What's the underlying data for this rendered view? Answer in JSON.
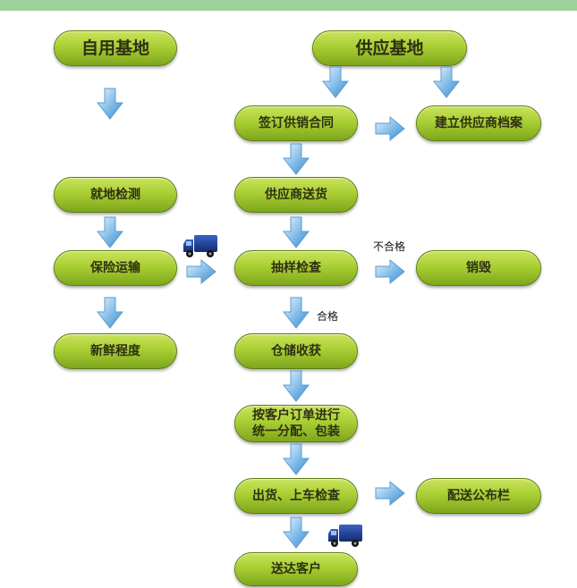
{
  "colors": {
    "topbar": "#9fd19a",
    "node_top": "#c9e35b",
    "node_bottom": "#7ea61c",
    "node_border": "#5d7f10",
    "arrow": "#6aaee0",
    "truck": "#1f3c8f"
  },
  "nodes": {
    "self_base": "自用基地",
    "supply_base": "供应基地",
    "sign_contract": "签订供销合同",
    "supplier_archive": "建立供应商档案",
    "onsite_inspection": "就地检测",
    "supplier_delivery": "供应商送货",
    "insured_transport": "保险运输",
    "sampling_inspection": "抽样检查",
    "destroy": "销毁",
    "freshness": "新鲜程度",
    "warehouse_receiving": "仓储收获",
    "allocate_package": "按客户订单进行\n统一分配、包装",
    "shipping_check": "出货、上车检查",
    "delivery_bulletin": "配送公布栏",
    "deliver_customer": "送达客户"
  },
  "labels": {
    "fail": "不合格",
    "pass": "合格"
  },
  "icons": {
    "arrow": "down-arrow-icon / right-arrow-icon",
    "truck": "truck-icon"
  }
}
